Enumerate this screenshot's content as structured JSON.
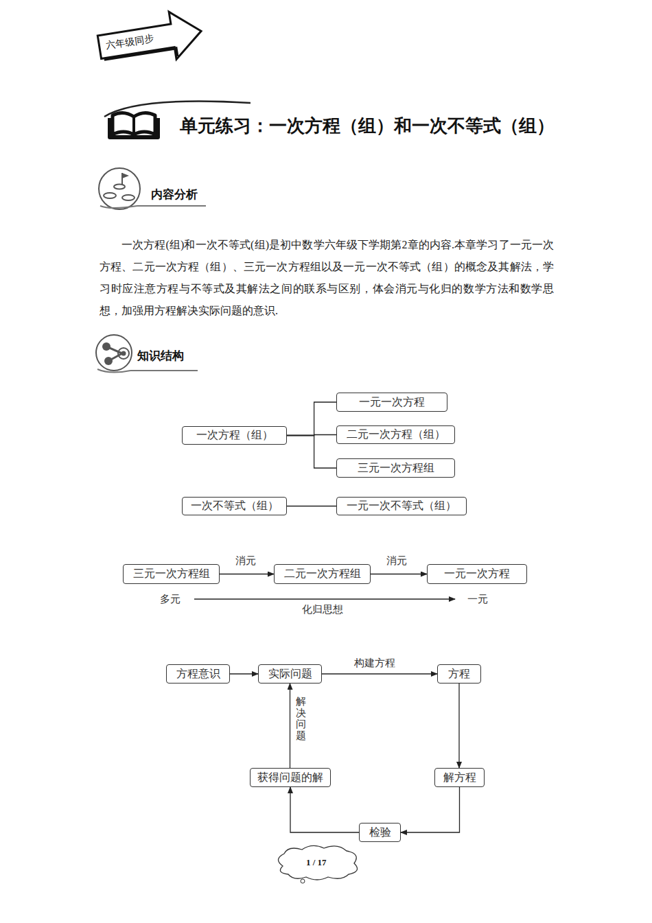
{
  "diagram": {
    "title": "单元练习：一次方程（组）和一次不等式（组）",
    "nodes": [
      {
        "text": [
          "六年级同步"
        ]
      },
      {
        "text": [
          "一次方程（组）"
        ]
      },
      {
        "text": [
          "一元一次方程"
        ]
      },
      {
        "text": [
          "二元一次方程（组）"
        ]
      },
      {
        "text": [
          "三元一次方程组"
        ]
      },
      {
        "text": [
          "一次不等式（组）"
        ]
      },
      {
        "text": [
          "一元一次不等式（组）"
        ]
      },
      {
        "text": [
          "三元一次方程组"
        ]
      },
      {
        "text": [
          "二元一次方程组"
        ]
      },
      {
        "text": [
          "一元一次方程"
        ]
      },
      {
        "text": [
          "方程意识"
        ]
      },
      {
        "text": [
          "实际问题"
        ]
      },
      {
        "text": [
          "方程"
        ]
      },
      {
        "text": [
          "解方程"
        ]
      },
      {
        "text": [
          "检验"
        ]
      },
      {
        "text": [
          "获得问题的解"
        ]
      }
    ],
    "edges": [
      {
        "from": 1,
        "to": 2,
        "arrow": "none"
      },
      {
        "from": 1,
        "to": 3,
        "arrow": "none"
      },
      {
        "from": 1,
        "to": 4,
        "arrow": "none"
      },
      {
        "from": 5,
        "to": 6,
        "arrow": "none"
      },
      {
        "from": 7,
        "to": 8,
        "label": "消元",
        "arrow": "to"
      },
      {
        "from": 8,
        "to": 9,
        "label": "消元",
        "arrow": "to"
      },
      {
        "from": 10,
        "to": 11,
        "arrow": "to"
      },
      {
        "from": 11,
        "to": 12,
        "label": "构建方程",
        "arrow": "to"
      },
      {
        "from": 12,
        "to": 13,
        "arrow": "to"
      },
      {
        "from": 13,
        "to": 14,
        "arrow": "to"
      },
      {
        "from": 14,
        "to": 15,
        "arrow": "to"
      },
      {
        "from": 15,
        "to": 11,
        "label": "解决问题",
        "arrow": "to"
      }
    ],
    "labels": [
      "内容分析",
      "一次方程(组)和一次不等式(组)是初中数学六年级下学期第2章的内容.本章学习了一元一次方程、二元一次方程（组）、三元一次方程组以及一元一次不等式（组）的概念及其解法，学习时应注意方程与不等式及其解法之间的联系与区别，体会消元与化归的数学方法和数学思想，加强用方程解决实际问题的意识.",
      "知识结构",
      "多元",
      "化归思想",
      "一元",
      "1 / 17"
    ]
  }
}
